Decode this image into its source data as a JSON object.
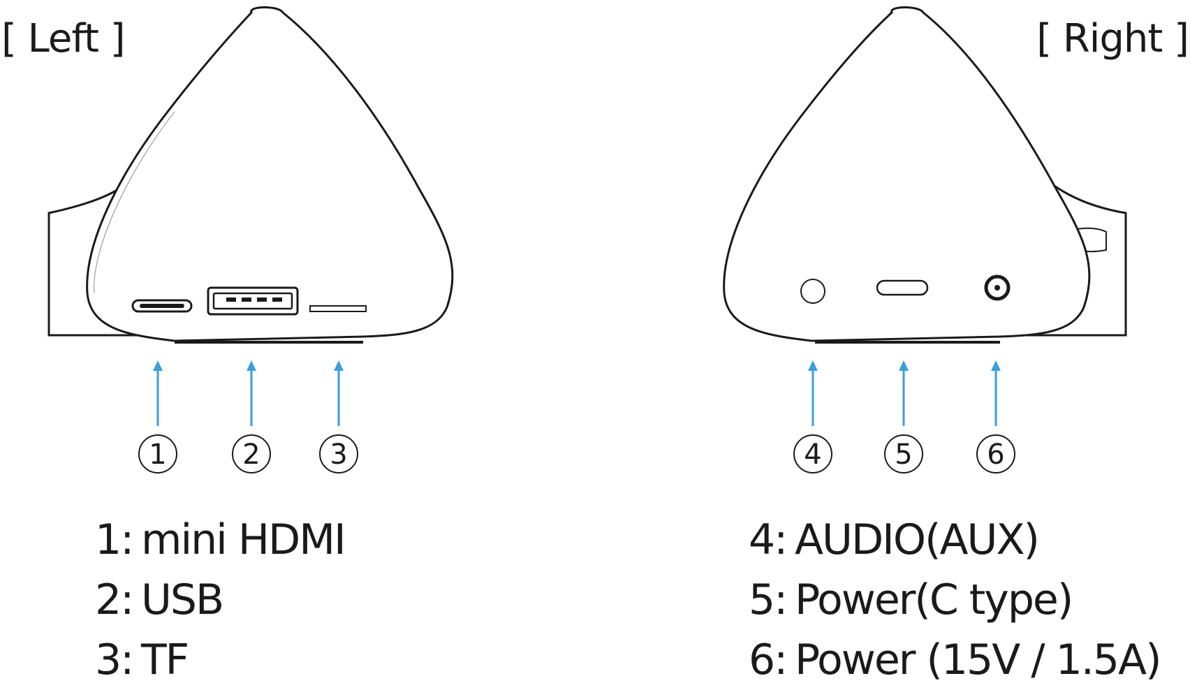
{
  "left": {
    "title": "[ Left ]",
    "callouts": [
      "1",
      "2",
      "3"
    ],
    "legend": [
      {
        "number": "1:",
        "text": "mini HDMI"
      },
      {
        "number": "2:",
        "text": "USB"
      },
      {
        "number": "3:",
        "text": "TF"
      }
    ]
  },
  "right": {
    "title": "[ Right ]",
    "callouts": [
      "4",
      "5",
      "6"
    ],
    "legend": [
      {
        "number": "4:",
        "text": "AUDIO(AUX)"
      },
      {
        "number": "5:",
        "text": "Power(C type)"
      },
      {
        "number": "6:",
        "text": "Power (15V / 1.5A)"
      }
    ]
  },
  "colors": {
    "arrow": "#3a9fdc",
    "outline": "#1a1a1a",
    "text": "#1a1a1a"
  }
}
